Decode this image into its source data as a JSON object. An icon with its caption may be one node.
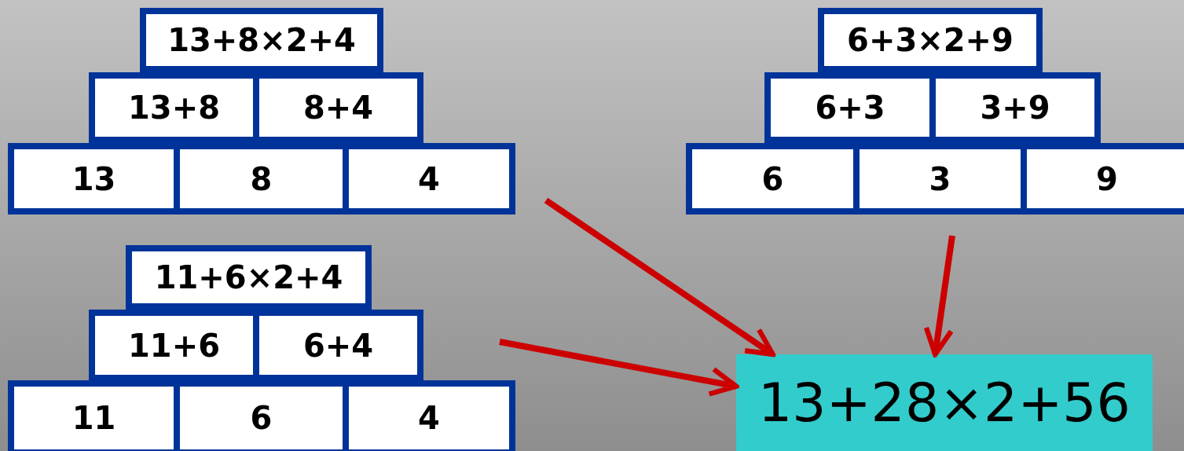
{
  "diagram": {
    "nodes": [
      {
        "text": [
          "13+8×2+4"
        ]
      },
      {
        "text": [
          "13+8"
        ]
      },
      {
        "text": [
          "8+4"
        ]
      },
      {
        "text": [
          "13"
        ]
      },
      {
        "text": [
          "8"
        ]
      },
      {
        "text": [
          "4"
        ]
      },
      {
        "text": [
          "6+3×2+9"
        ]
      },
      {
        "text": [
          "6+3"
        ]
      },
      {
        "text": [
          "3+9"
        ]
      },
      {
        "text": [
          "6"
        ]
      },
      {
        "text": [
          "3"
        ]
      },
      {
        "text": [
          "9"
        ]
      },
      {
        "text": [
          "11+6×2+4"
        ]
      },
      {
        "text": [
          "11+6"
        ]
      },
      {
        "text": [
          "6+4"
        ]
      },
      {
        "text": [
          "11"
        ]
      },
      {
        "text": [
          "6"
        ]
      },
      {
        "text": [
          "4"
        ]
      },
      {
        "text": [
          "13+28×2+56"
        ]
      }
    ],
    "edges": [
      {
        "from": null,
        "to": 18,
        "arrow": "to"
      },
      {
        "from": null,
        "to": 18,
        "arrow": "to"
      },
      {
        "from": null,
        "to": 18,
        "arrow": "to"
      }
    ]
  }
}
